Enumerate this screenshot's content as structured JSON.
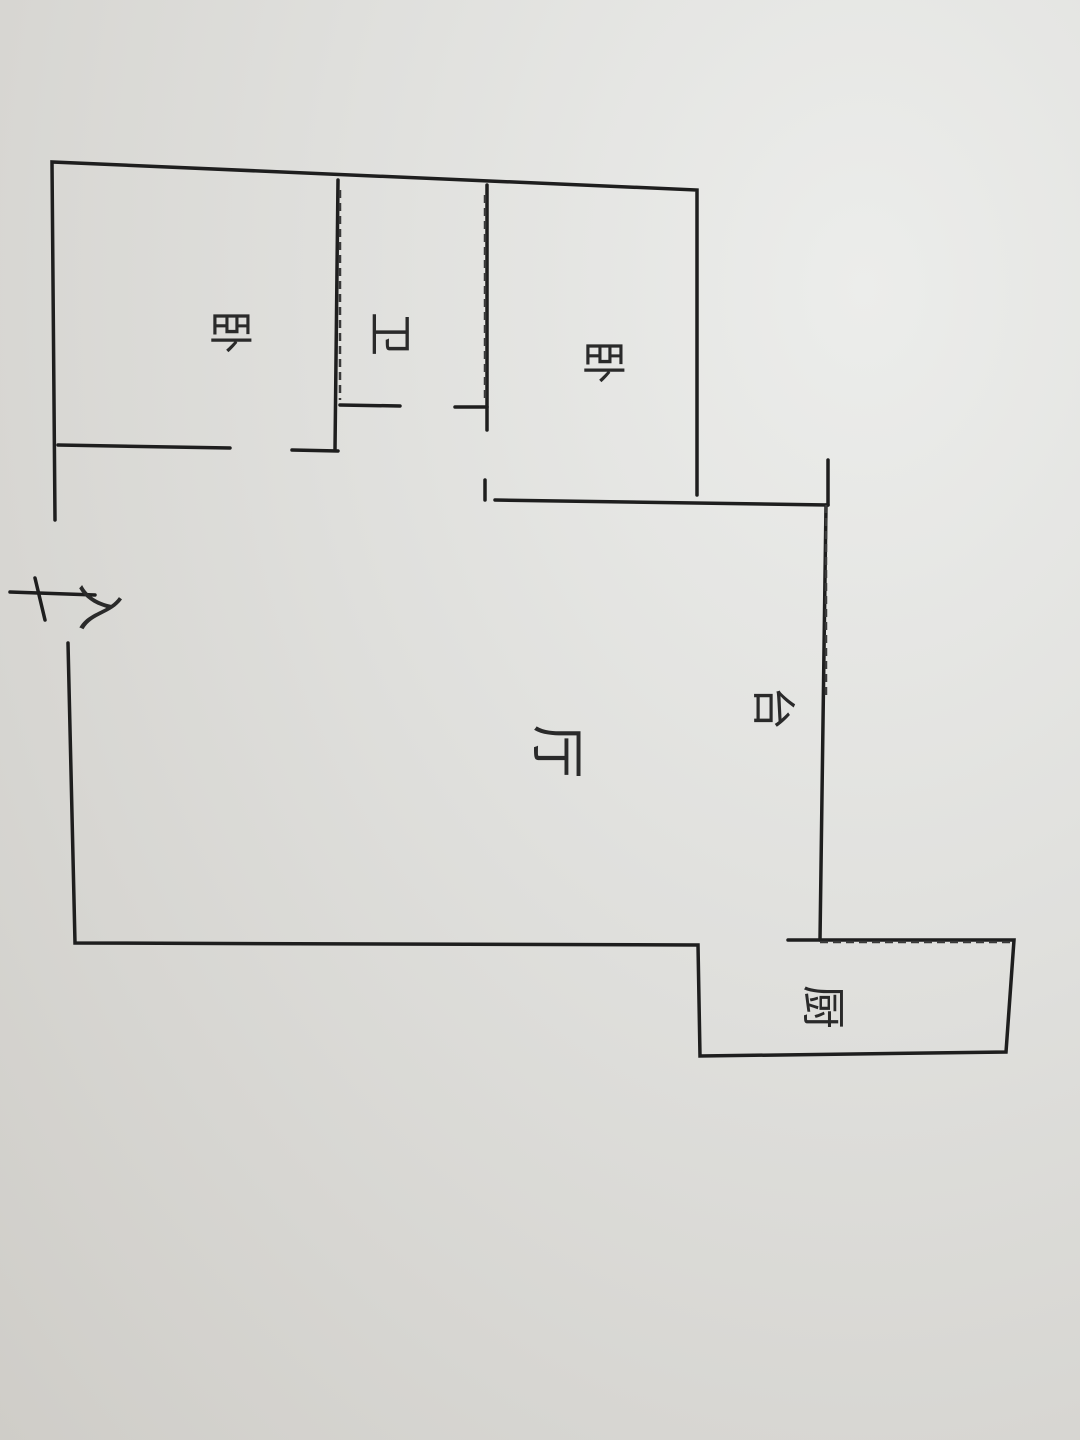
{
  "floor_plan": {
    "rooms": {
      "bedroom_1": "卧",
      "bathroom": "卫",
      "bedroom_2": "卧",
      "living_room": "厅",
      "balcony": "台",
      "kitchen": "厨"
    },
    "entrance_label": "入"
  }
}
